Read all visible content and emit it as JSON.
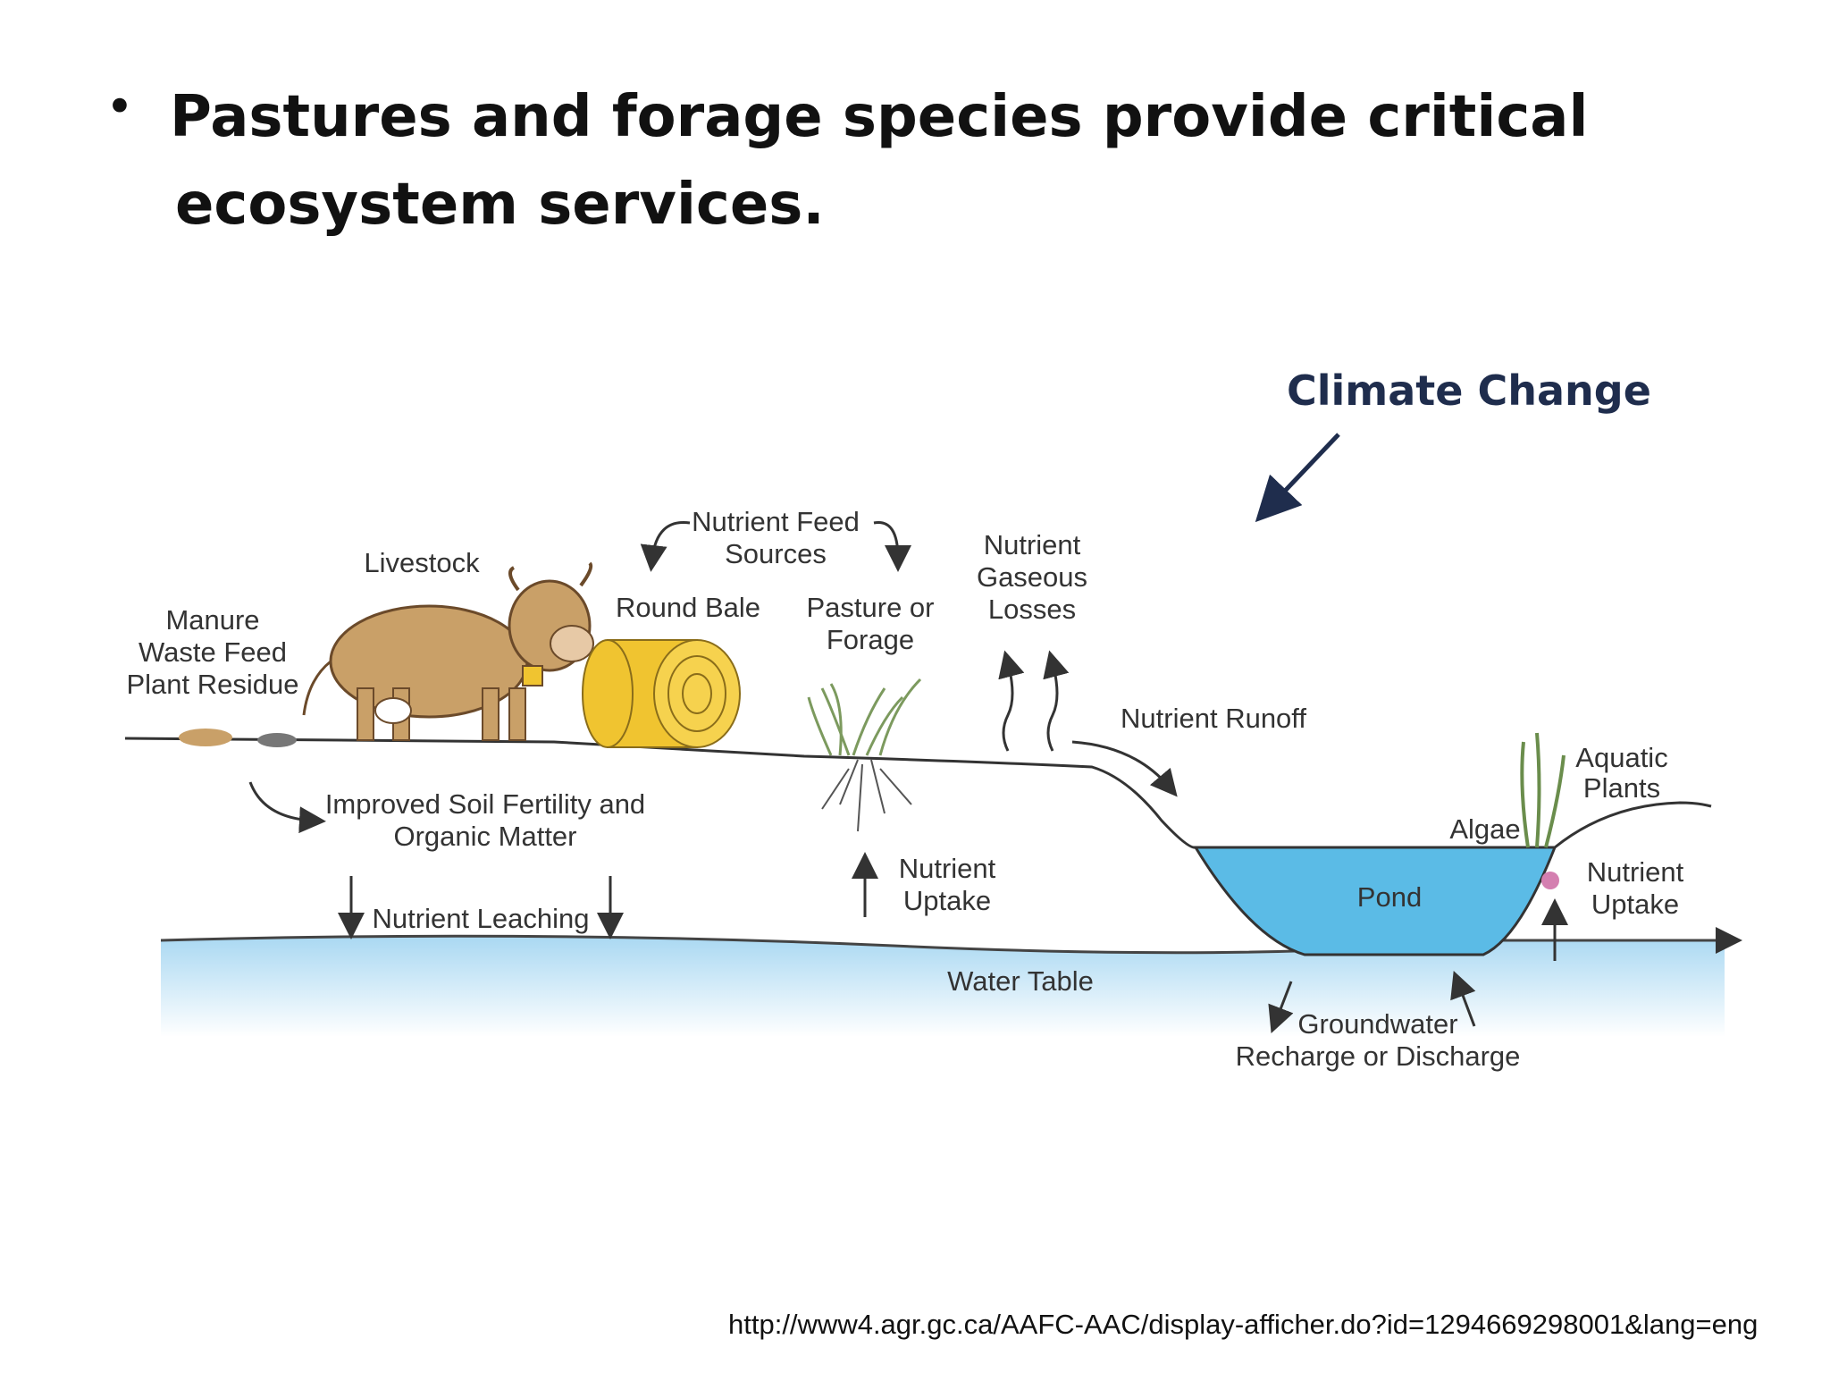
{
  "slide": {
    "bullet": "•",
    "title_line1": "Pastures and forage species provide critical",
    "title_line2": "ecosystem services.",
    "climate_label": "Climate Change",
    "source_url": "http://www4.agr.gc.ca/AAFC-AAC/display-afficher.do?id=1294669298001&lang=eng"
  },
  "diagram": {
    "labels": {
      "manure1": "Manure",
      "manure2": "Waste Feed",
      "manure3": "Plant Residue",
      "livestock": "Livestock",
      "feed1": "Nutrient Feed",
      "feed2": "Sources",
      "round_bale": "Round Bale",
      "pasture1": "Pasture or",
      "pasture2": "Forage",
      "gas1": "Nutrient",
      "gas2": "Gaseous",
      "gas3": "Losses",
      "runoff": "Nutrient Runoff",
      "soil1": "Improved Soil Fertility and",
      "soil2": "Organic Matter",
      "leaching": "Nutrient Leaching",
      "uptake1": "Nutrient",
      "uptake2": "Uptake",
      "aquatic1": "Aquatic",
      "aquatic2": "Plants",
      "algae": "Algae",
      "pond": "Pond",
      "uptake_right1": "Nutrient",
      "uptake_right2": "Uptake",
      "water_table": "Water Table",
      "gw1": "Groundwater",
      "gw2": "Recharge or Discharge"
    },
    "colors": {
      "pond": "#5bbbe6",
      "water_table": "#a9d8f2",
      "cow": "#c9a068",
      "bale": "#f0c430",
      "grass": "#8aa86a",
      "climate_arrow": "#1f2d4d"
    }
  }
}
